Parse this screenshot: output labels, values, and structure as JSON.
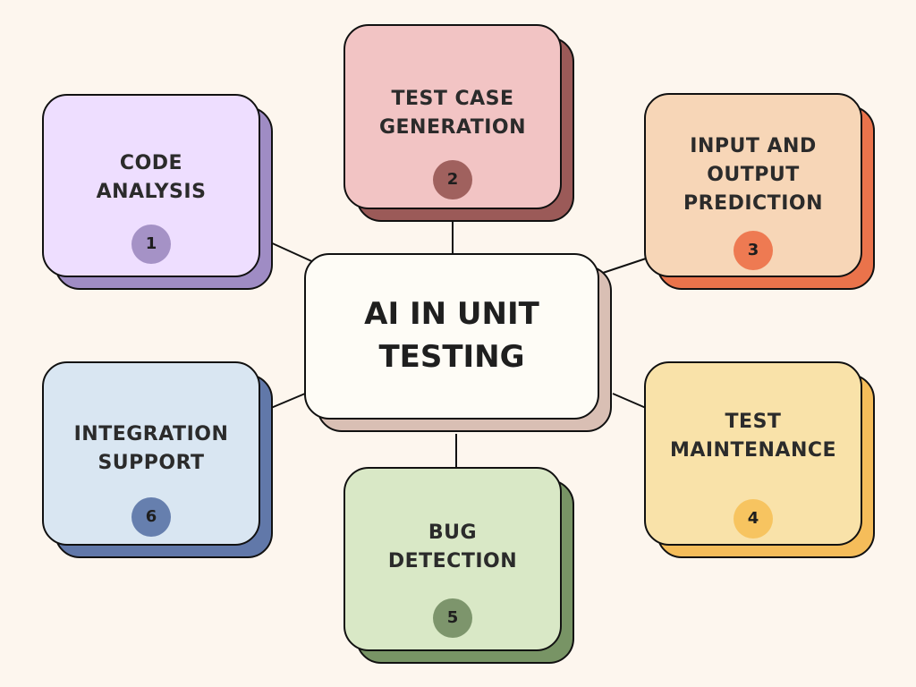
{
  "center": {
    "title_line1": "AI IN UNIT",
    "title_line2": "TESTING"
  },
  "nodes": [
    {
      "line1": "CODE",
      "line2": "ANALYSIS",
      "number": "1"
    },
    {
      "line1": "TEST CASE",
      "line2": "GENERATION",
      "number": "2"
    },
    {
      "line1": "INPUT AND",
      "line2": "OUTPUT",
      "line3": "PREDICTION",
      "number": "3"
    },
    {
      "line1": "TEST",
      "line2": "MAINTENANCE",
      "number": "4"
    },
    {
      "line1": "BUG",
      "line2": "DETECTION",
      "number": "5"
    },
    {
      "line1": "INTEGRATION",
      "line2": "SUPPORT",
      "number": "6"
    }
  ],
  "colors": {
    "background": "#fdf6ee",
    "center_face": "#fefcf6",
    "center_shadow": "#d9bfb4",
    "node1_face": "#eedeff",
    "node1_shadow": "#9f8cc4",
    "node1_badge": "#a592c6",
    "node2_face": "#f2c4c4",
    "node2_shadow": "#9b5a58",
    "node2_badge": "#a0615e",
    "node3_face": "#f7d6b7",
    "node3_shadow": "#ea734b",
    "node3_badge": "#ee7a52",
    "node4_face": "#f9e2a9",
    "node4_shadow": "#f5bd5a",
    "node4_badge": "#f7c460",
    "node5_face": "#d9e8c6",
    "node5_shadow": "#789465",
    "node5_badge": "#7d956c",
    "node6_face": "#d9e6f2",
    "node6_shadow": "#6178a9",
    "node6_badge": "#667fae"
  }
}
